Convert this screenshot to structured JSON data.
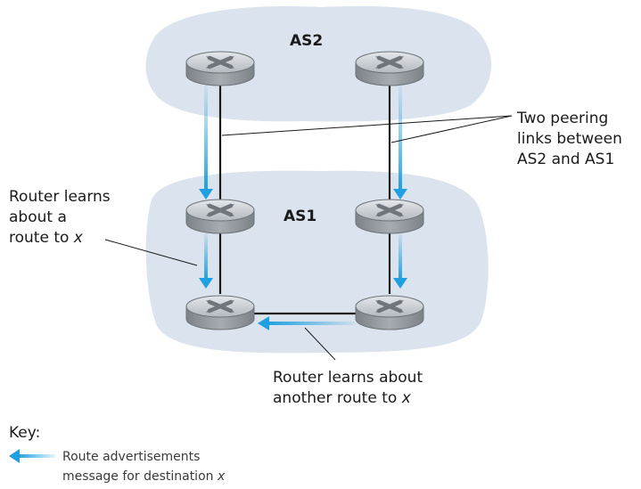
{
  "as_labels": {
    "upper": "AS2",
    "lower": "AS1"
  },
  "callouts": {
    "peering": [
      "Two peering",
      "links between",
      "AS2 and AS1"
    ],
    "learns_route": {
      "line1": "Router learns",
      "line2": "about a",
      "line3_prefix": "route to ",
      "line3_var": "x"
    },
    "learns_another": {
      "line1": "Router learns about",
      "line2_prefix": "another route to ",
      "line2_var": "x"
    }
  },
  "key": {
    "title": "Key:",
    "line1": "Route advertisements",
    "line2_prefix": "message for destination ",
    "line2_var": "x"
  },
  "colors": {
    "as_fill": "#dbe4ee",
    "arrow": "#1fa0e0",
    "link": "#1a1a1a",
    "router_top": "#c8ccd0",
    "router_side": "#8e949a"
  },
  "icons": {
    "router": "router-icon",
    "arrow": "advertisement-arrow-icon"
  }
}
